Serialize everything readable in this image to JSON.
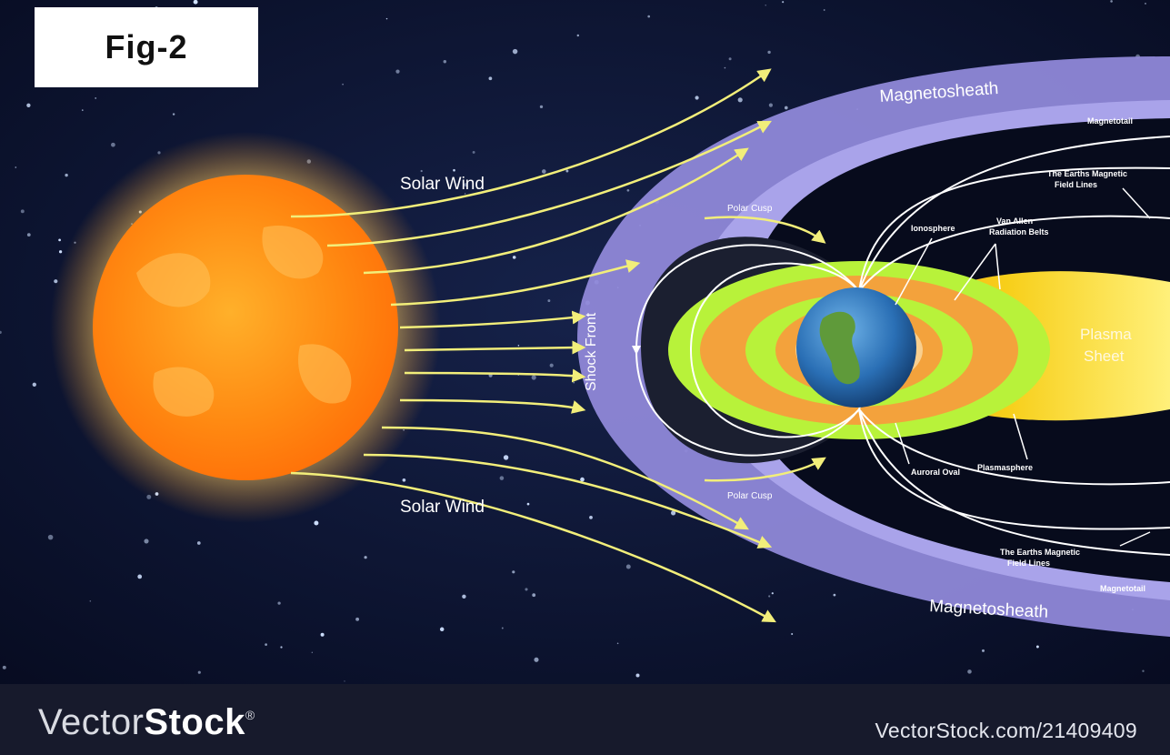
{
  "figure": {
    "label": "Fig-2"
  },
  "diagram": {
    "labels": {
      "solar_wind_top": "Solar Wind",
      "solar_wind_bottom": "Solar Wind",
      "magnetosheath_top": "Magnetosheath",
      "magnetosheath_bottom": "Magnetosheath",
      "shock_front": "Shock Front",
      "polar_cusp_top": "Polar Cusp",
      "polar_cusp_bottom": "Polar Cusp",
      "magnetotail_top": "Magnetotail",
      "magnetotail_bottom": "Magnetotail",
      "field_lines_top_1": "The Earths Magnetic",
      "field_lines_top_2": "Field Lines",
      "field_lines_bottom_1": "The Earths Magnetic",
      "field_lines_bottom_2": "Field Lines",
      "ionosphere": "Ionosphere",
      "van_allen_1": "Van Allen",
      "van_allen_2": "Radiation Belts",
      "plasma_sheet_1": "Plasma",
      "plasma_sheet_2": "Sheet",
      "auroral_oval": "Auroral Oval",
      "plasmasphere": "Plasmasphere"
    },
    "colors": {
      "space": "#0b1128",
      "sun_core": "#ff8a12",
      "sun_glow": "#ffe9a0",
      "solar_wind": "#f2ee7a",
      "magnetosheath": "#8f88d8",
      "field_line": "#ffffff",
      "belt_green": "#b8f23a",
      "belt_orange": "#f3a23c",
      "plasma_sheet": "#f7d21a",
      "earth_ocean": "#2a6fb5",
      "earth_land": "#5f9a3a"
    }
  },
  "footer": {
    "brand_light": "Vector",
    "brand_bold": "Stock",
    "brand_mark": "®",
    "url": "VectorStock.com/21409409"
  }
}
